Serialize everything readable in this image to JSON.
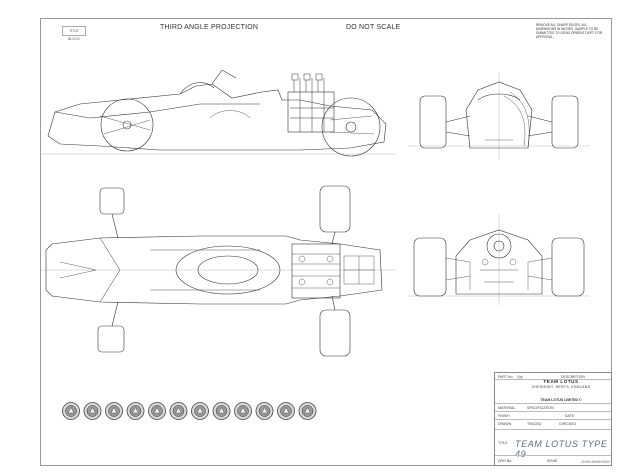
{
  "header": {
    "projection": "THIRD ANGLE PROJECTION",
    "scale_note": "DO NOT SCALE",
    "corner_tag": "TITLE BLOCK",
    "note": "REMOVE ALL SHARP EDGES. ALL DIMENSIONS IN INCHES. SAMPLE TO BE SUBMITTED TO DEVELOPMENT DEPT. FOR APPROVAL."
  },
  "title_block": {
    "col_part_no": "PART No.",
    "col_qty": "Qty",
    "col_description": "DESCRIPTION",
    "firm": "TEAM LOTUS",
    "address": "CHESHUNT, HERTS, ENGLAND",
    "subtitle": "TEAM LOTUS LIMITED ©",
    "labels": [
      "MATERIAL",
      "SPECIFICATION",
      "FINISH",
      "DATE",
      "DRAWN",
      "TRACED",
      "CHECKED",
      "TITLE",
      "DRG No.",
      "ISSUE"
    ],
    "title": "TEAM LOTUS  TYPE 49",
    "signature": "JOHN MARKHAM"
  },
  "badges": {
    "count": 12,
    "badge_icon": "lotus-badge-icon"
  },
  "views": [
    "side-elevation",
    "front-elevation",
    "plan-view",
    "rear-elevation"
  ]
}
